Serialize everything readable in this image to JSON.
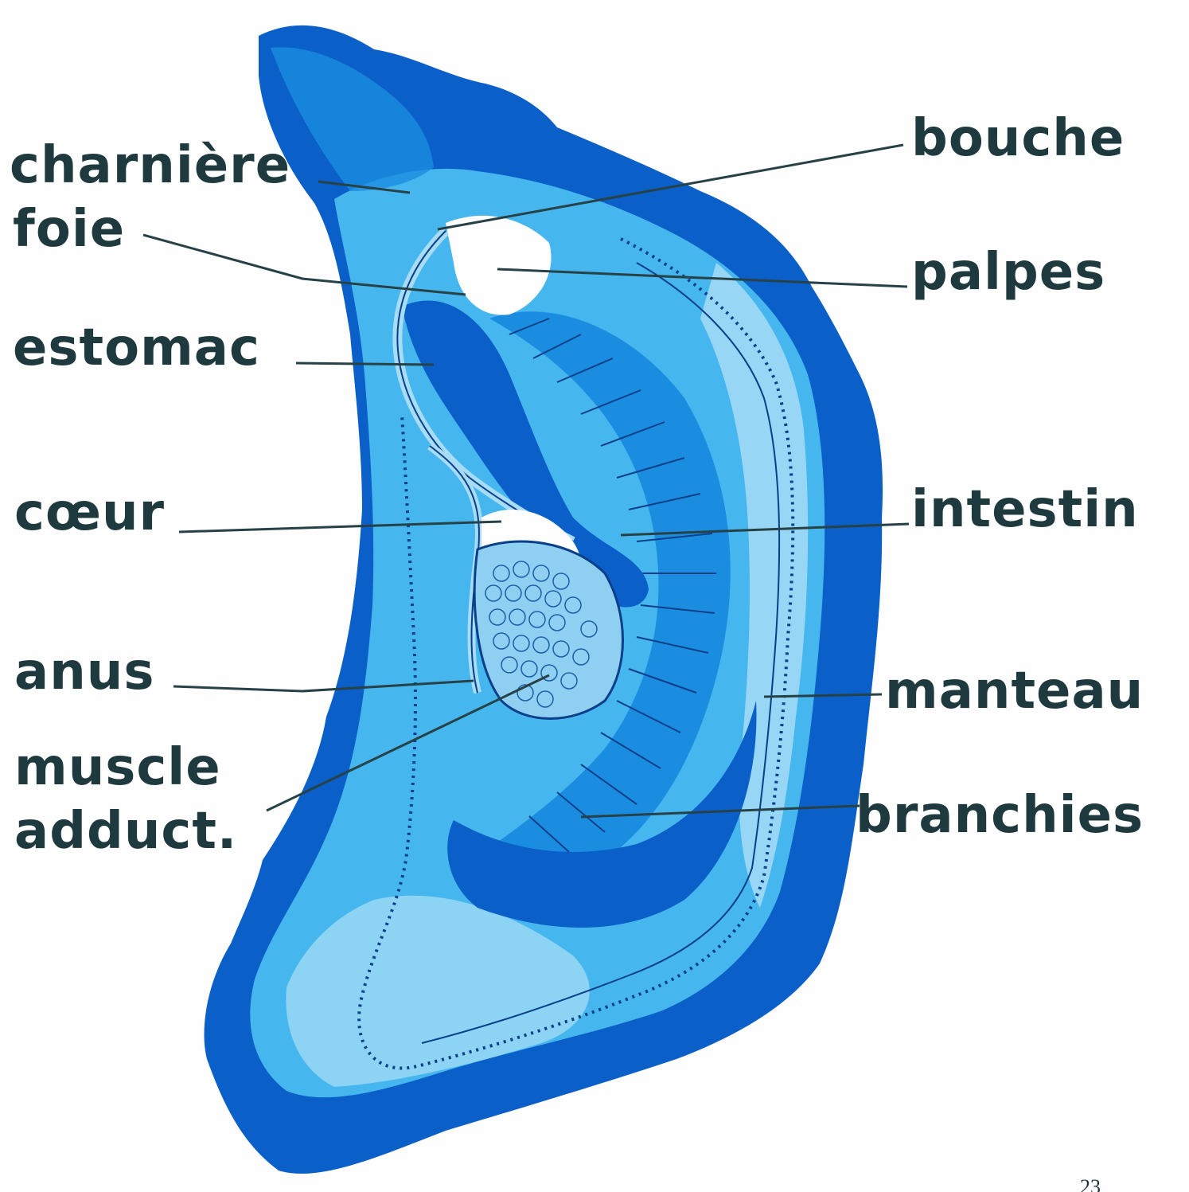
{
  "colors": {
    "label_text": "#1f3a3f",
    "leader_line": "#274247",
    "shell_dark": "#0a5fc8",
    "shell_mid": "#1a8de0",
    "shell_light": "#45b6ee",
    "shell_pale": "#a6dcf6",
    "paper": "#fefefe"
  },
  "labels": {
    "charniere": "charnière",
    "foie": "foie",
    "estomac": "estomac",
    "coeur": "cœur",
    "anus": "anus",
    "muscle_line1": "muscle",
    "muscle_line2": "adduct.",
    "bouche": "bouche",
    "palpes": "palpes",
    "intestin": "intestin",
    "manteau": "manteau",
    "branchies": "branchies"
  },
  "page_number": "23"
}
